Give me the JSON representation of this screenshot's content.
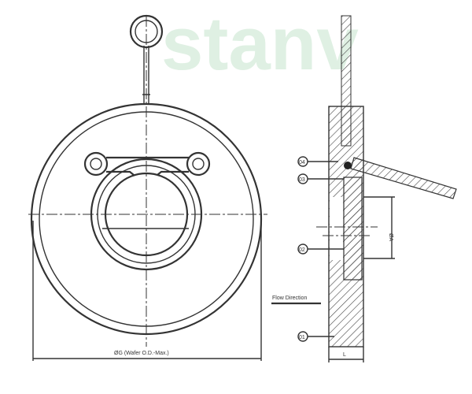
{
  "watermark": "stanv",
  "labels": {
    "wafer_od": "ØG (Wafer O.D.-Max.)",
    "bore": "ØA",
    "length": "L",
    "flow": "Flow Direction"
  },
  "parts": [
    "04",
    "03",
    "02",
    "01"
  ]
}
